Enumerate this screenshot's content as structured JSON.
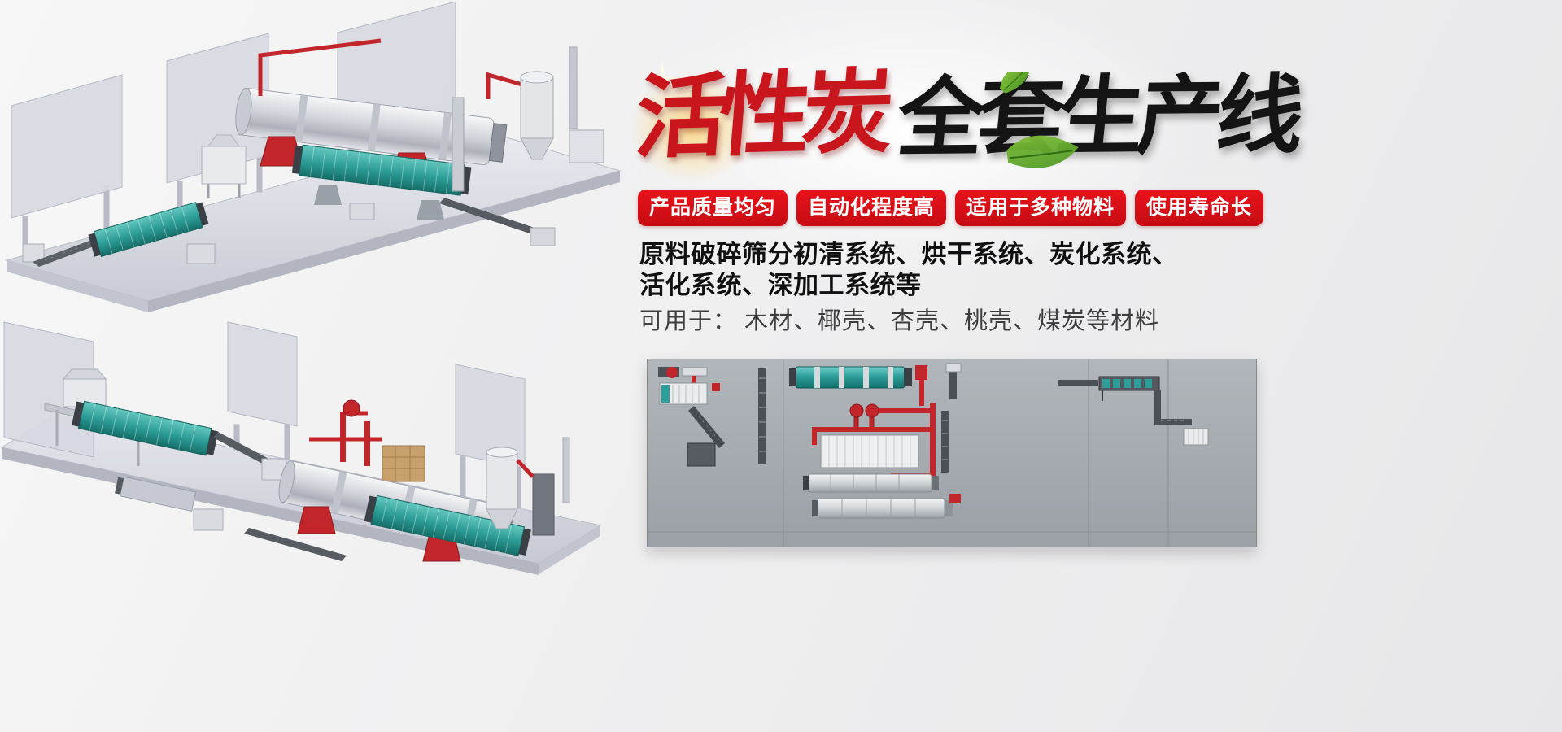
{
  "banner": {
    "title": {
      "red": "活性炭",
      "black": "全套生产线"
    },
    "badges": [
      "产品质量均匀",
      "自动化程度高",
      "适用于多种物料",
      "使用寿命长"
    ],
    "description": {
      "line1": "原料破碎筛分初清系统、烘干系统、炭化系统、",
      "line2": "活化系统、深加工系统等",
      "materials": "可用于： 木材、椰壳、杏壳、桃壳、煤炭等材料"
    },
    "colors": {
      "title_red": "#c9151c",
      "title_black": "#141414",
      "badge_red": "#e0111a",
      "pipe_red": "#c2262b",
      "machine_teal": "#2d9e9a",
      "panel_gray": "#a6abb0",
      "background": "#f0f0f1",
      "leaf_green": "#57a12b"
    }
  }
}
